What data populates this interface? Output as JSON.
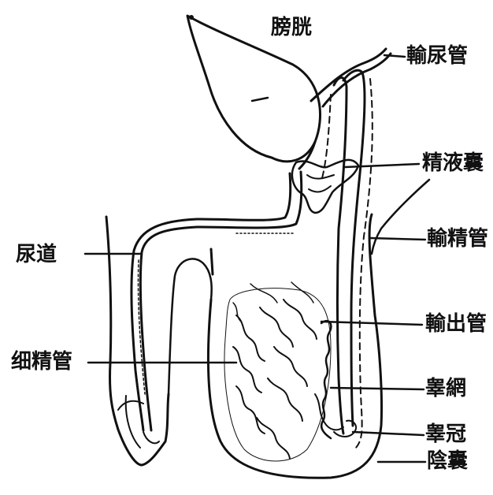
{
  "labels": {
    "bladder": "膀胱",
    "ureter": "輸尿管",
    "seminal_vesicle": "精液囊",
    "urethra": "尿道",
    "vas_deferens": "輸精管",
    "efferent_ducts": "輸出管",
    "seminiferous_tubules": "细精管",
    "rete_testis": "睾網",
    "epididymis": "睾冠",
    "scrotum": "陰囊"
  },
  "colors": {
    "ink": "#111111",
    "paper": "#ffffff"
  }
}
